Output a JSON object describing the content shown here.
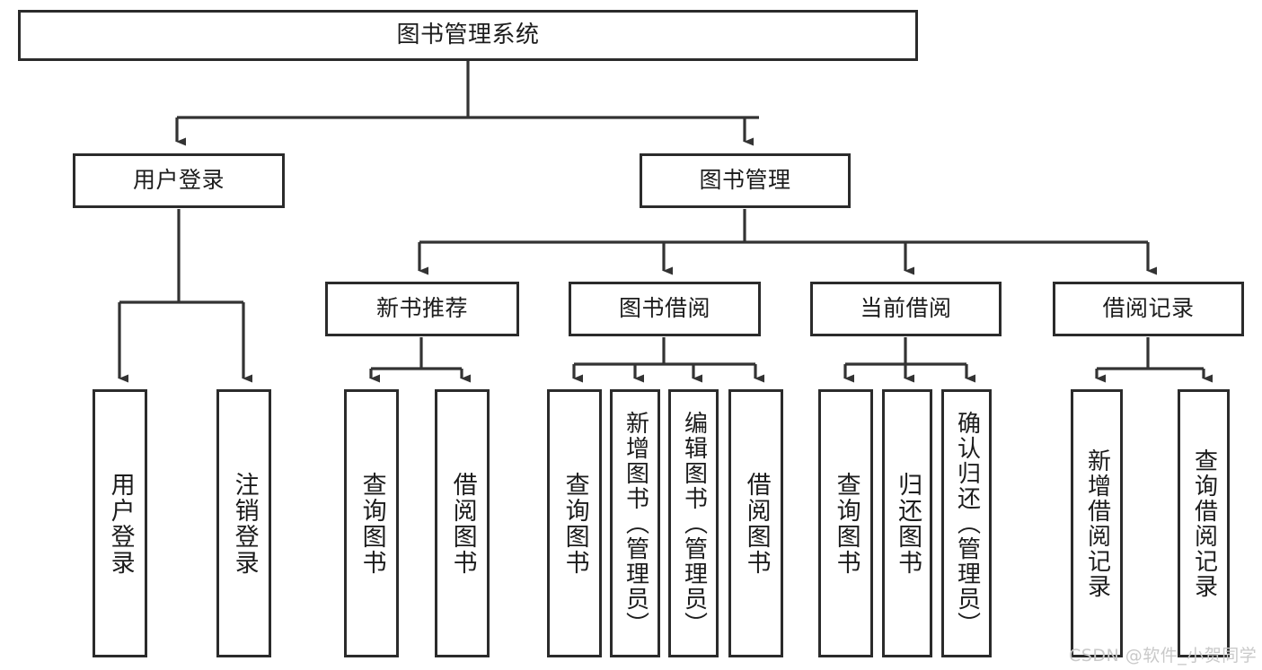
{
  "diagram": {
    "title": "图书管理系统",
    "type": "hierarchy-tree",
    "colors": {
      "box_border": "#2b2b2b",
      "box_fill": "#ffffff",
      "connector": "#333333",
      "text": "#1c1c1c",
      "watermark": "#c9c9c9",
      "background": "#ffffff"
    },
    "root": {
      "label": "图书管理系统"
    },
    "level2": [
      {
        "label": "用户登录"
      },
      {
        "label": "图书管理"
      }
    ],
    "level3": [
      {
        "label": "新书推荐"
      },
      {
        "label": "图书借阅"
      },
      {
        "label": "当前借阅"
      },
      {
        "label": "借阅记录"
      }
    ],
    "leaves": {
      "user_login": [
        {
          "label": "用户登录"
        },
        {
          "label": "注销登录"
        }
      ],
      "new_book_recommend": [
        {
          "label": "查询图书"
        },
        {
          "label": "借阅图书"
        }
      ],
      "book_borrow": [
        {
          "label": "查询图书"
        },
        {
          "label": "新增图书（管理员）"
        },
        {
          "label": "编辑图书（管理员）"
        },
        {
          "label": "借阅图书"
        }
      ],
      "current_borrow": [
        {
          "label": "查询图书"
        },
        {
          "label": "归还图书"
        },
        {
          "label": "确认归还（管理员）"
        }
      ],
      "borrow_record": [
        {
          "label": "新增借阅记录"
        },
        {
          "label": "查询借阅记录"
        }
      ]
    },
    "watermark": "CSDN @软件_小贺同学"
  }
}
